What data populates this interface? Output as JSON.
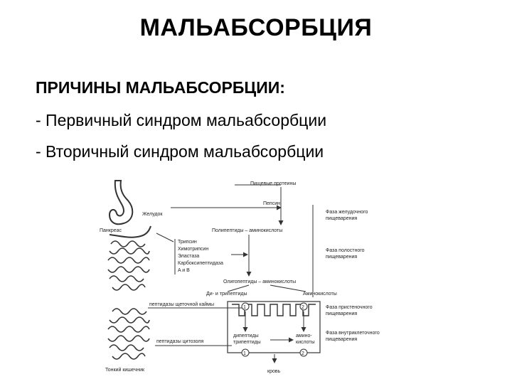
{
  "slide": {
    "title": "МАЛЬАБСОРБЦИЯ",
    "heading": "ПРИЧИНЫ МАЛЬАБСОРБЦИИ:",
    "bullets": [
      "-  Первичный синдром мальабсорбции",
      "-  Вторичный синдром мальабсорбции"
    ]
  },
  "diagram": {
    "proteins": "Пищевые протеины",
    "stomach": "Желудок",
    "pepsin": "Пепсин",
    "polypeptides": "Полипептиды – аминокислоты",
    "pancreas": "Панкреас",
    "enzymes": [
      "Трипсин",
      "Химотрипсин",
      "Эластаза",
      "Карбоксипептидаза",
      "A и B"
    ],
    "oligopeptides": "Олигопептиды – аминокислоты",
    "di_tri": "Ди- и трипептиды",
    "amino": "Аминокислоты",
    "brush_border": "пептидазы щеточной каймы",
    "cytosol": "пептидазы цитозоля",
    "dipeptides": [
      "дипептиды",
      "трипептиды"
    ],
    "amino2": [
      "амино-",
      "кислоты"
    ],
    "small_intestine": "Тонкий кишечник",
    "blood": "кровь",
    "phases": [
      [
        "Фаза желудочного",
        "пищеварения"
      ],
      [
        "Фаза полостного",
        "пищеварения"
      ],
      [
        "Фаза пристеночного",
        "пищеварения"
      ],
      [
        "Фаза внутриклеточного",
        "пищеварения"
      ]
    ],
    "marks": [
      "1",
      "2",
      "1",
      "2"
    ],
    "line_color": "#333333"
  }
}
